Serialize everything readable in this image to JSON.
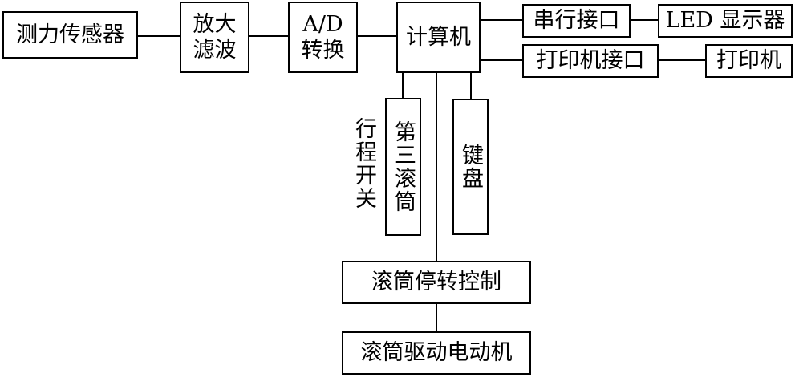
{
  "diagram": {
    "nodes": {
      "force_sensor": "测力传感器",
      "amp_filter": "放大\n滤波",
      "ad_converter": "A/D\n转换",
      "computer": "计算机",
      "serial_port": "串行接口",
      "led_display": "LED 显示器",
      "printer_port": "打印机接口",
      "printer": "打印机",
      "third_roller": "第三滚筒",
      "keyboard": "键盘",
      "roller_control": "滚筒停转控制",
      "roller_motor": "滚筒驱动电动机"
    },
    "labels": {
      "travel_switch": "行程开关"
    },
    "edges": [
      [
        "force_sensor",
        "amp_filter"
      ],
      [
        "amp_filter",
        "ad_converter"
      ],
      [
        "ad_converter",
        "computer"
      ],
      [
        "computer",
        "serial_port"
      ],
      [
        "serial_port",
        "led_display"
      ],
      [
        "computer",
        "printer_port"
      ],
      [
        "printer_port",
        "printer"
      ],
      [
        "computer",
        "third_roller"
      ],
      [
        "computer",
        "keyboard"
      ],
      [
        "computer",
        "roller_control"
      ],
      [
        "roller_control",
        "roller_motor"
      ]
    ]
  }
}
